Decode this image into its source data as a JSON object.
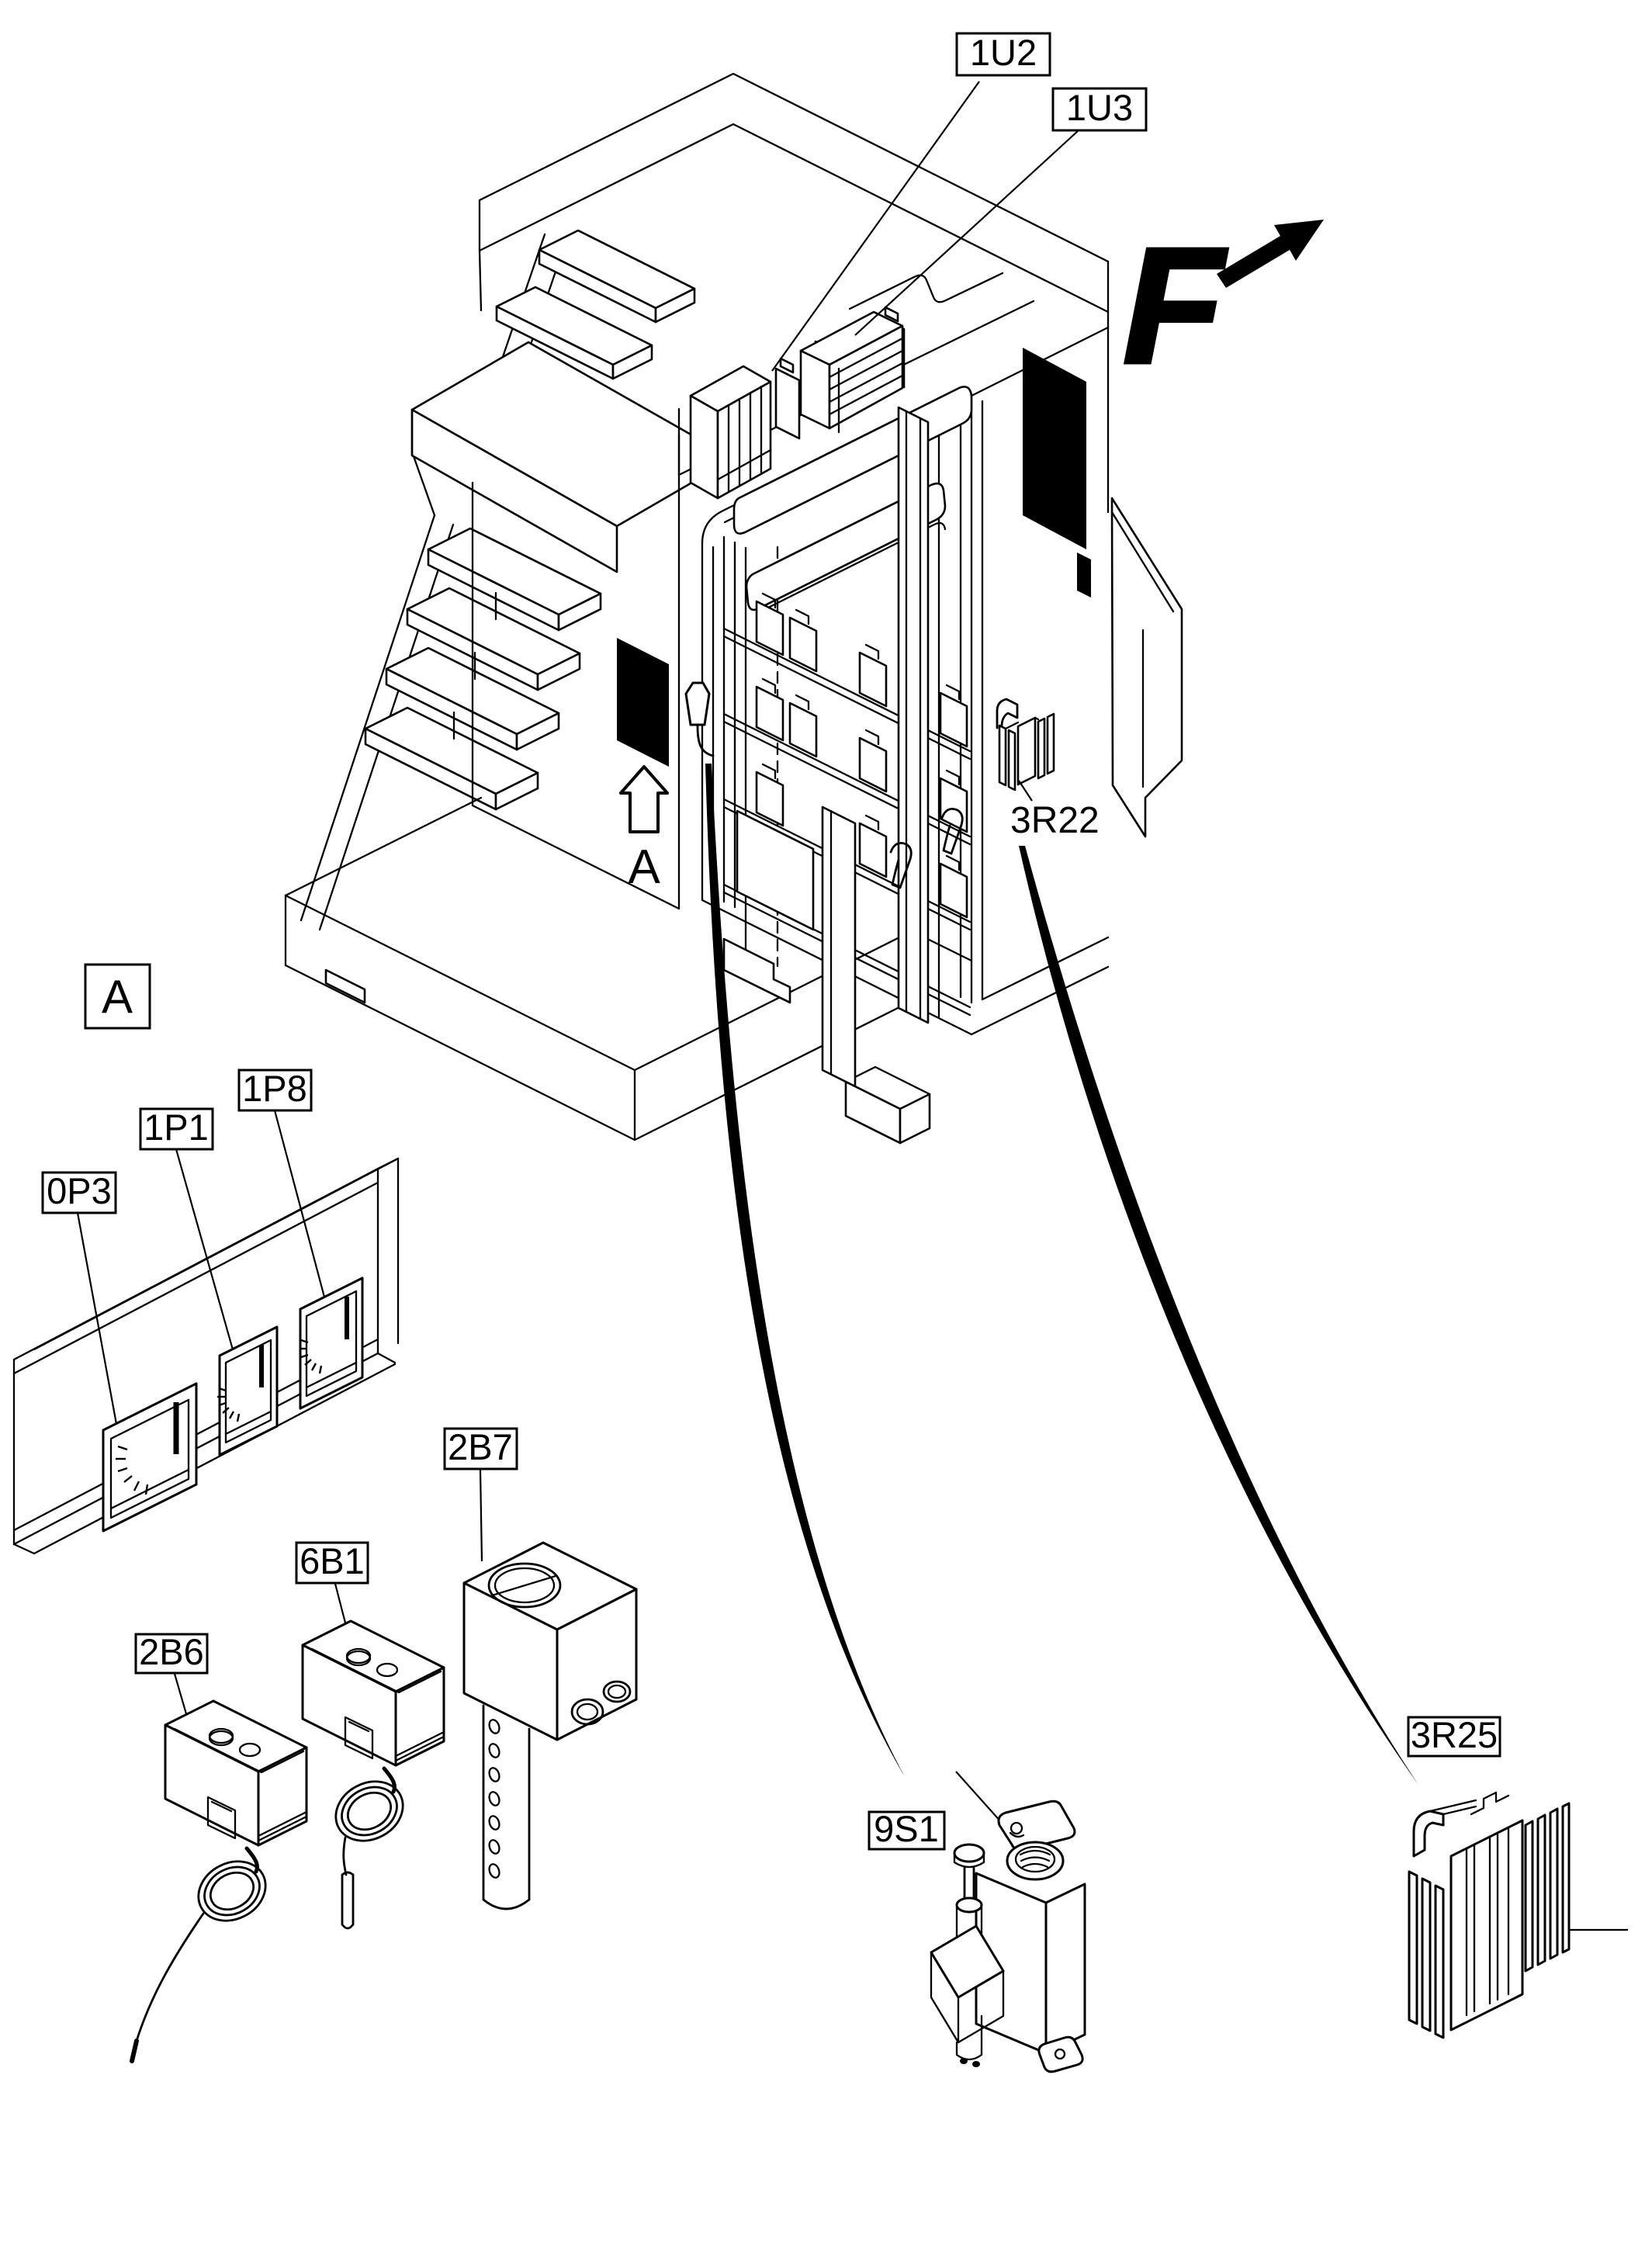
{
  "document": {
    "kind": "isometric parts location diagram",
    "colors": {
      "background": "#ffffff",
      "ink": "#000000"
    }
  },
  "machine": {
    "direction_label": "F",
    "view_arrow_label": "A"
  },
  "detail_view": {
    "marker": "A"
  },
  "callouts": {
    "u2": {
      "label": "1U2",
      "boxed": true
    },
    "u3": {
      "label": "1U3",
      "boxed": true
    },
    "r22": {
      "label": "3R22",
      "boxed": false
    },
    "p8": {
      "label": "1P8",
      "boxed": true
    },
    "p1": {
      "label": "1P1",
      "boxed": true
    },
    "p3": {
      "label": "0P3",
      "boxed": true
    },
    "b7": {
      "label": "2B7",
      "boxed": true
    },
    "b1": {
      "label": "6B1",
      "boxed": true
    },
    "b6": {
      "label": "2B6",
      "boxed": true
    },
    "s1": {
      "label": "9S1",
      "boxed": true
    },
    "r25": {
      "label": "3R25",
      "boxed": true
    }
  },
  "parts": [
    {
      "callout": "1U2",
      "icon": "ribbed-module-icon"
    },
    {
      "callout": "1U3",
      "icon": "ribbed-module-icon"
    },
    {
      "callout": "3R22",
      "icon": "finned-resistor-icon"
    },
    {
      "callout": "0P3",
      "icon": "panel-gauge-icon"
    },
    {
      "callout": "1P1",
      "icon": "panel-gauge-icon"
    },
    {
      "callout": "1P8",
      "icon": "panel-gauge-icon"
    },
    {
      "callout": "2B6",
      "icon": "thermostat-capillary-coil-icon"
    },
    {
      "callout": "6B1",
      "icon": "thermostat-capillary-probe-icon"
    },
    {
      "callout": "2B7",
      "icon": "duct-sensor-perforated-probe-icon"
    },
    {
      "callout": "9S1",
      "icon": "plunger-limit-switch-icon"
    },
    {
      "callout": "3R25",
      "icon": "finned-resistor-icon"
    }
  ]
}
